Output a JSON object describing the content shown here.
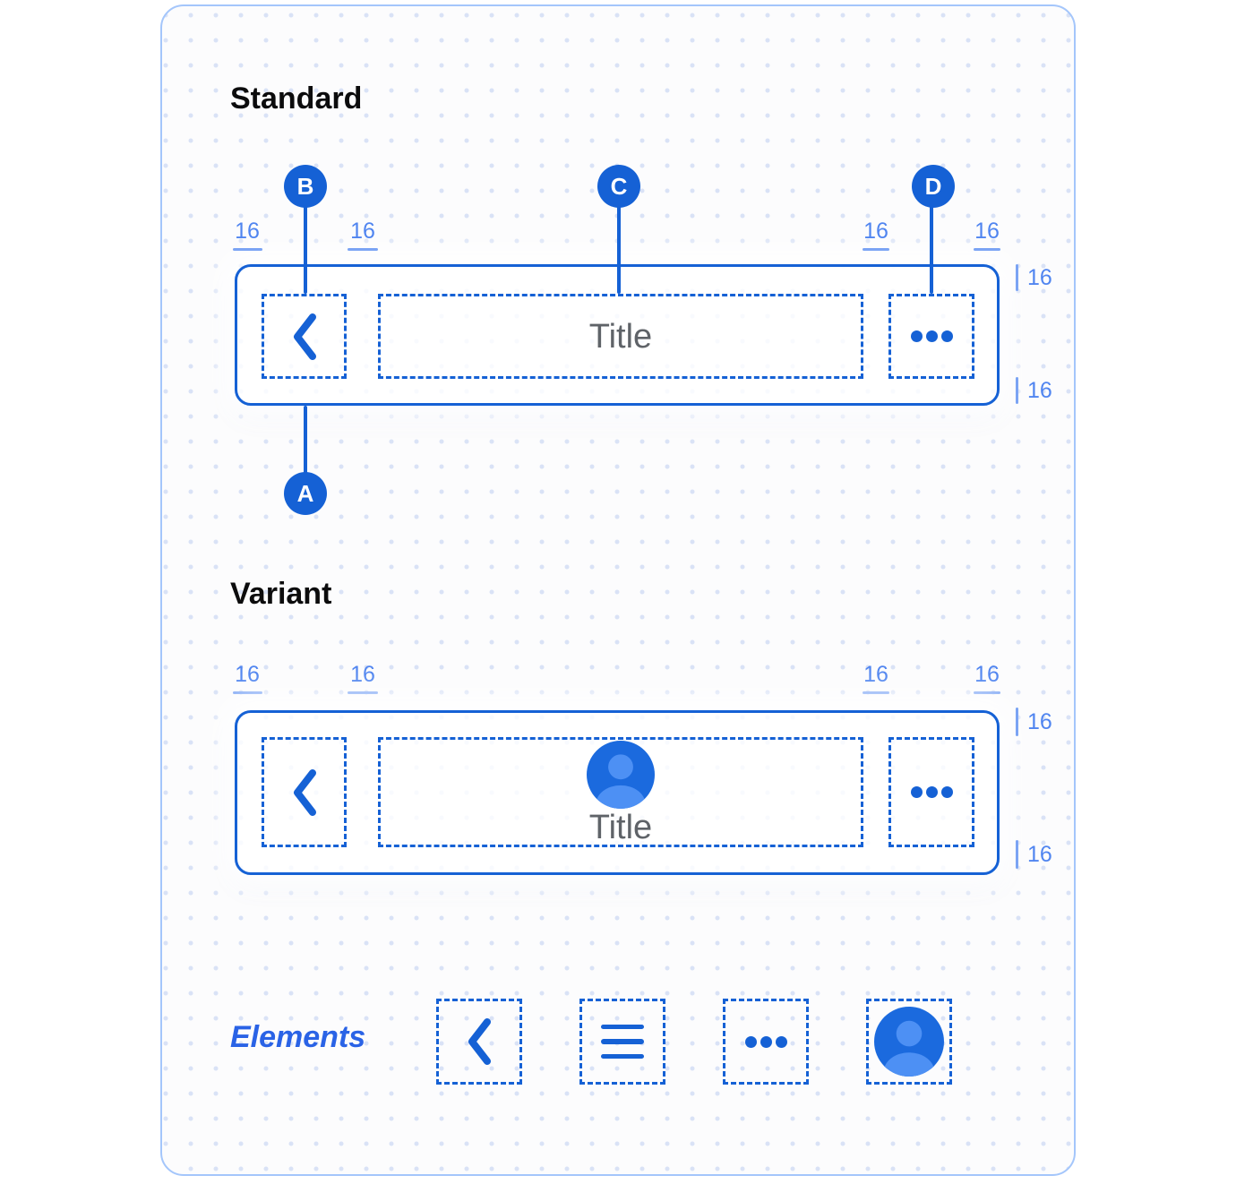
{
  "standard": {
    "heading": "Standard",
    "bar": {
      "title": "Title"
    },
    "callouts": {
      "a": "A",
      "b": "B",
      "c": "C",
      "d": "D"
    },
    "top_spacings": [
      "16",
      "16",
      "16",
      "16"
    ],
    "side_spacings": [
      "16",
      "16"
    ]
  },
  "variant": {
    "heading": "Variant",
    "bar": {
      "title": "Title"
    },
    "top_spacings": [
      "16",
      "16",
      "16",
      "16"
    ],
    "side_spacings": [
      "16",
      "16"
    ]
  },
  "elements": {
    "heading": "Elements",
    "items": [
      "back-icon",
      "menu-icon",
      "overflow-icon",
      "avatar"
    ]
  },
  "colors": {
    "primary_blue": "#1561d5",
    "label_blue": "#5085f0",
    "container_border": "#a4c6fb",
    "title_gray": "#5f6368",
    "avatar_base": "#1b6ade",
    "avatar_figure": "#4d90f4"
  }
}
